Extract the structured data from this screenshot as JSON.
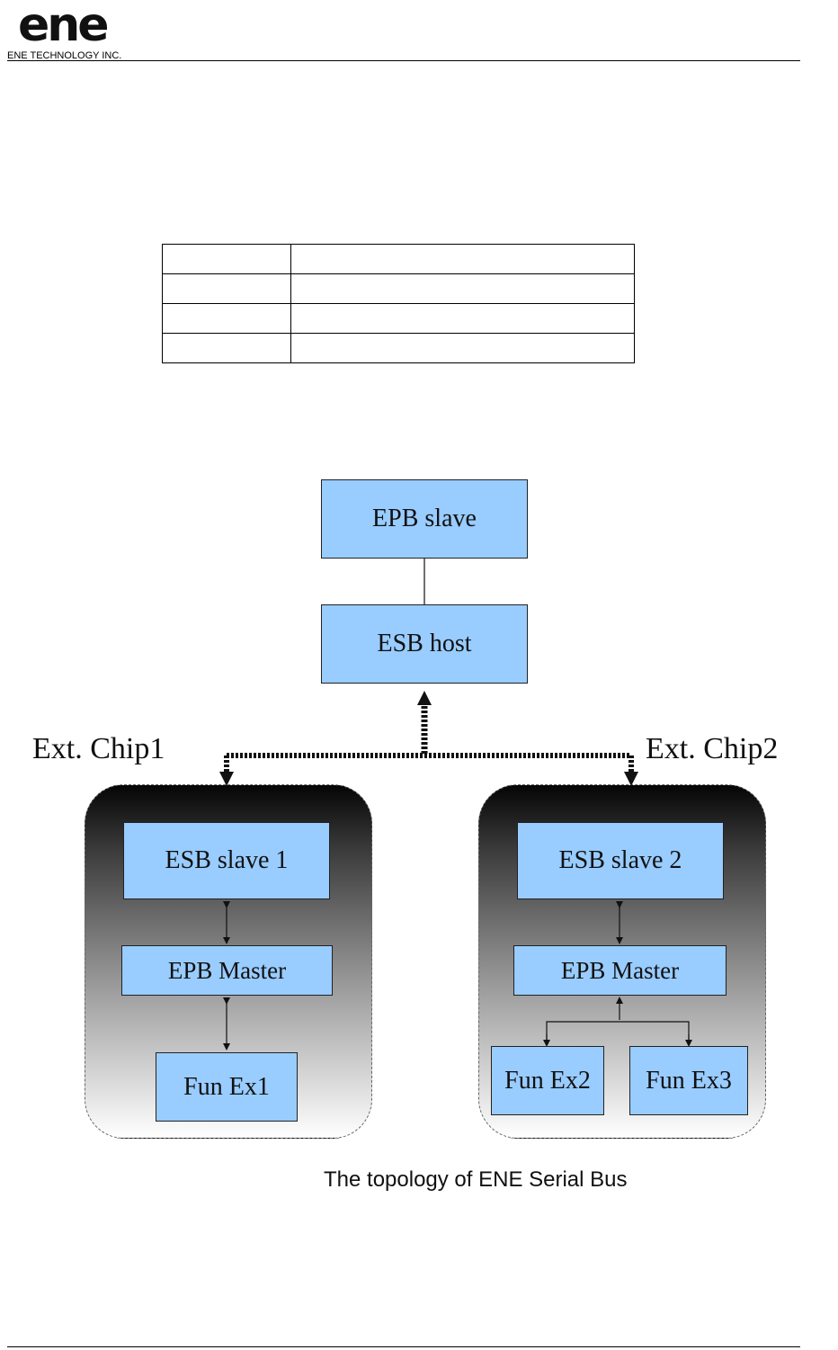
{
  "header": {
    "logo_text": "ene",
    "company_name": "ENE TECHNOLOGY INC."
  },
  "diagram": {
    "epb_slave": "EPB slave",
    "esb_host": "ESB host",
    "chip1": {
      "label": "Ext. Chip1",
      "slave": "ESB slave 1",
      "master": "EPB Master",
      "fun": "Fun Ex1"
    },
    "chip2": {
      "label": "Ext. Chip2",
      "slave": "ESB slave 2",
      "master": "EPB Master",
      "fun_a": "Fun Ex2",
      "fun_b": "Fun Ex3"
    },
    "caption": "The topology of ENE Serial Bus"
  },
  "colors": {
    "box_fill": "#99ccff",
    "chip_gradient_top": "#050505",
    "chip_gradient_bottom": "#ffffff"
  }
}
